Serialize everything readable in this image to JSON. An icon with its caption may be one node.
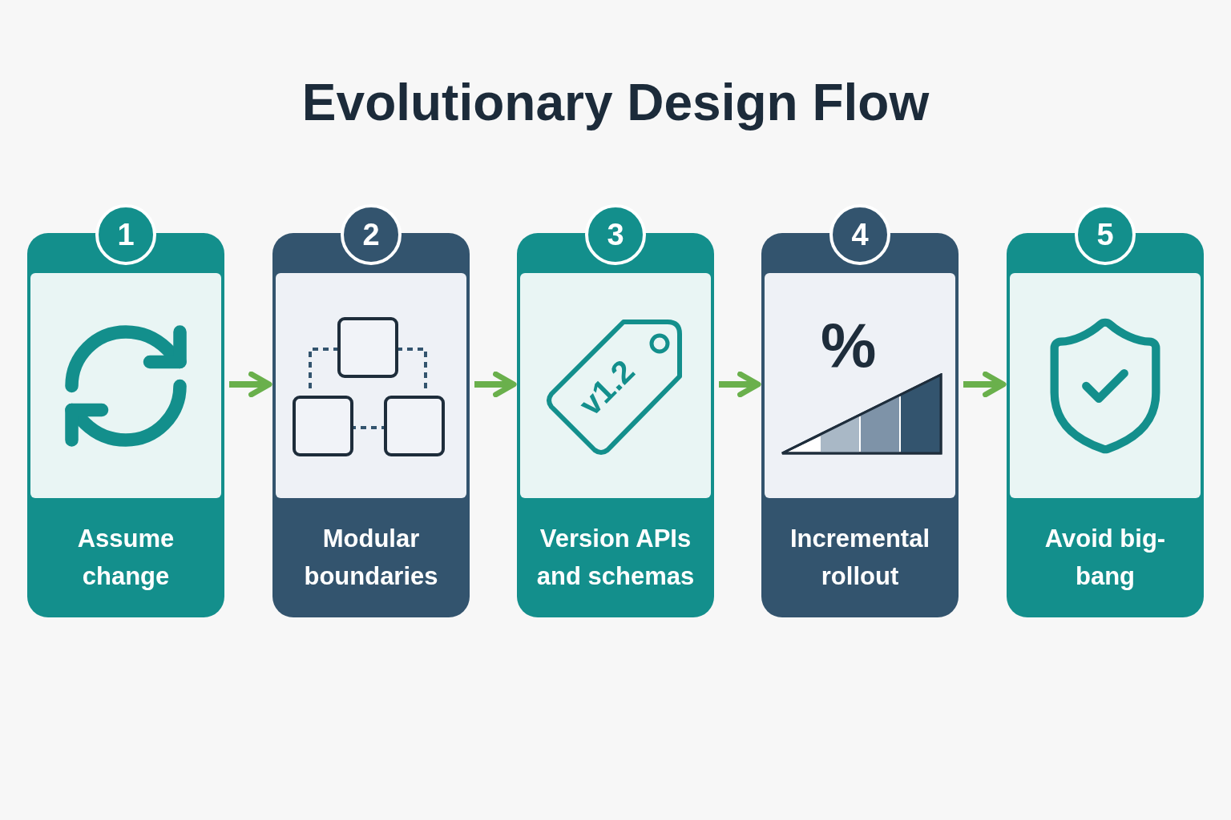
{
  "diagram": {
    "title": "Evolutionary Design Flow",
    "nodes": [
      {
        "text": [
          "1",
          "Assume change"
        ]
      },
      {
        "text": [
          "2",
          "Modular boundaries"
        ]
      },
      {
        "text": [
          "3",
          "Version APIs and schemas"
        ]
      },
      {
        "text": [
          "4",
          "Incremental rollout"
        ]
      },
      {
        "text": [
          "5",
          "Avoid big-bang"
        ]
      }
    ],
    "edges": [
      {
        "from": 0,
        "to": 1,
        "arrow": "to"
      },
      {
        "from": 1,
        "to": 2,
        "arrow": "to"
      },
      {
        "from": 2,
        "to": 3,
        "arrow": "to"
      },
      {
        "from": 3,
        "to": 4,
        "arrow": "to"
      }
    ],
    "labels": [
      "v1.2",
      "%"
    ]
  }
}
